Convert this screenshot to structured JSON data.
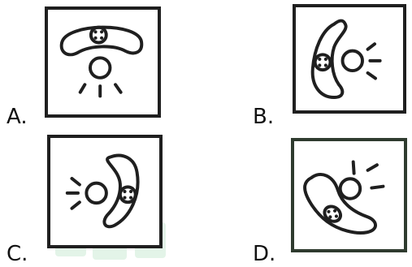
{
  "options": [
    {
      "label": "A.",
      "diagram": "cell-above-light-source"
    },
    {
      "label": "B.",
      "diagram": "cell-left-of-light-source"
    },
    {
      "label": "C.",
      "diagram": "cell-right-of-light-source"
    },
    {
      "label": "D.",
      "diagram": "cell-bottom-left-of-light-source-tilted"
    }
  ],
  "colors": {
    "stroke": "#1f1f1f",
    "panel_border": "#1f1f1f",
    "panel_border_d": "#2f3b2f",
    "watermark": "#7ecf96",
    "background": "#ffffff"
  }
}
